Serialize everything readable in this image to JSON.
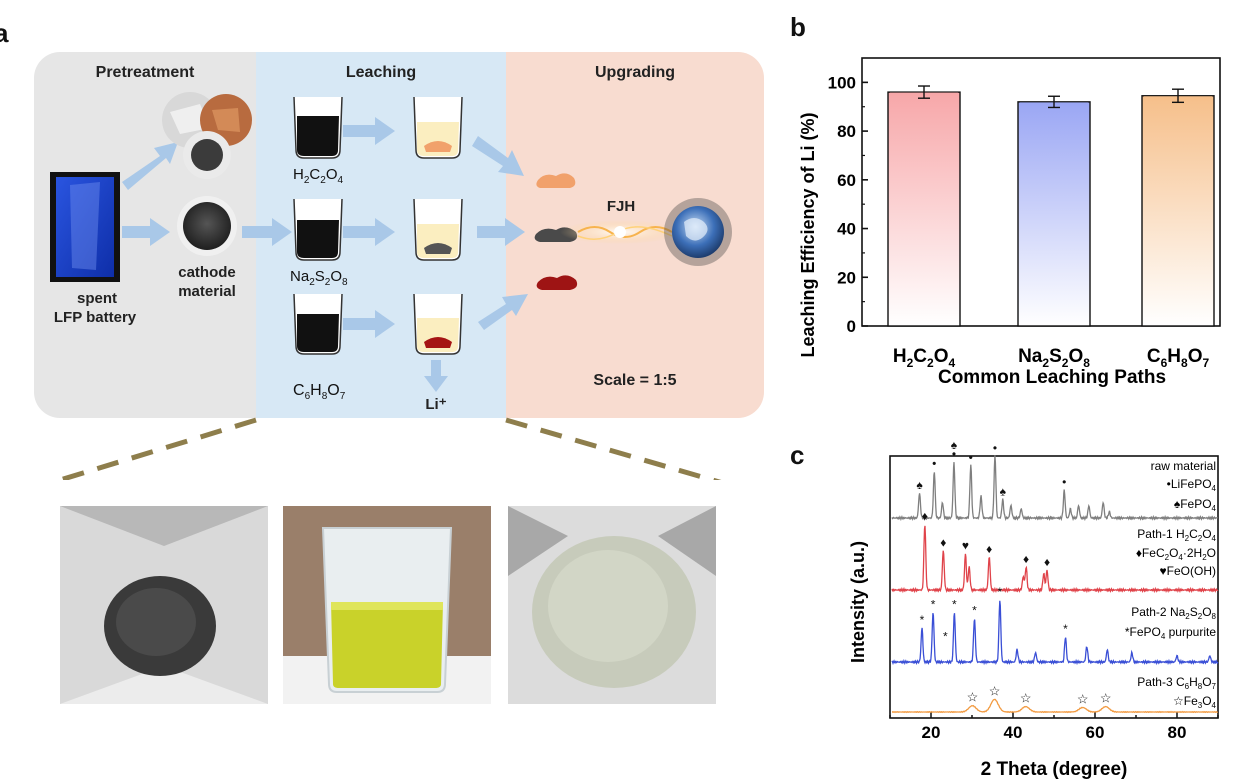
{
  "panel_a": {
    "letter": "a",
    "stages": {
      "pretreatment": "Pretreatment",
      "leaching": "Leaching",
      "upgrading": "Upgrading"
    },
    "labels": {
      "spent": "spent",
      "battery": "LFP battery",
      "cathode": "cathode",
      "material": "material",
      "reagent1": [
        "H",
        "2",
        "C",
        "2",
        "O",
        "4"
      ],
      "reagent2": [
        "Na",
        "2",
        "S",
        "2",
        "O",
        "8"
      ],
      "reagent3": [
        "C",
        "6",
        "H",
        "8",
        "O",
        "7"
      ],
      "li_ion": "Li⁺",
      "fjh": "FJH",
      "scale": "Scale = 1:5"
    }
  },
  "panel_b": {
    "letter": "b",
    "tick_labels": [
      "0",
      "20",
      "40",
      "60",
      "80",
      "100"
    ],
    "category_parts": [
      [
        "H",
        "2",
        "C",
        "2",
        "O",
        "4"
      ],
      [
        "Na",
        "2",
        "S",
        "2",
        "O",
        "8"
      ],
      [
        "C",
        "6",
        "H",
        "8",
        "O",
        "7"
      ]
    ],
    "colors": {
      "bar1": "#f7a7a9",
      "bar2": "#9aa6f4",
      "bar3": "#f6bf8a"
    }
  },
  "panel_c": {
    "letter": "c",
    "tick_labels": [
      "20",
      "40",
      "60",
      "80"
    ],
    "labels": {
      "raw": "raw material",
      "lifepo4": [
        "•LiFePO",
        "4"
      ],
      "fepo4": [
        "♠FePO",
        "4"
      ],
      "path1": [
        "Path-1 H",
        "2",
        "C",
        "2",
        "O",
        "4"
      ],
      "fec2o4": [
        "♦FeC",
        "2",
        "O",
        "4",
        "·2H",
        "2",
        "O"
      ],
      "feooh": "♥FeO(OH)",
      "path2": [
        "Path-2 Na",
        "2",
        "S",
        "2",
        "O",
        "8"
      ],
      "purpurite": [
        "*FePO",
        "4",
        " purpurite"
      ],
      "path3": [
        "Path-3 C",
        "6",
        "H",
        "8",
        "O",
        "7"
      ],
      "fe3o4": [
        "☆Fe",
        "3",
        "O",
        "4"
      ]
    },
    "colors": {
      "raw": "#7f7f7f",
      "path1": "#e0434a",
      "path2": "#3a4fd6",
      "path3": "#f29b42"
    }
  },
  "chart_data": [
    {
      "type": "bar",
      "categories": [
        "H2C2O4",
        "Na2S2O8",
        "C6H8O7"
      ],
      "values": [
        96,
        92,
        94.5
      ],
      "errors": [
        2.5,
        2.3,
        2.7
      ],
      "title": "",
      "xlabel": "Common Leaching Paths",
      "ylabel": "Leaching Efficiency of Li (%)",
      "ylim": [
        0,
        110
      ]
    },
    {
      "type": "line",
      "xlabel": "2 Theta (degree)",
      "ylabel": "Intensity (a.u.)",
      "xlim": [
        10,
        90
      ],
      "series": [
        {
          "name": "raw material",
          "peaks": [
            [
              17.2,
              0.4
            ],
            [
              20.8,
              0.75
            ],
            [
              22.8,
              0.25
            ],
            [
              25.6,
              0.9
            ],
            [
              29.7,
              0.85
            ],
            [
              32.2,
              0.35
            ],
            [
              35.6,
              1.0
            ],
            [
              37.5,
              0.3
            ],
            [
              39.5,
              0.2
            ],
            [
              42.0,
              0.15
            ],
            [
              52.5,
              0.45
            ],
            [
              54.0,
              0.15
            ],
            [
              56.0,
              0.2
            ],
            [
              58.5,
              0.2
            ],
            [
              62.0,
              0.25
            ],
            [
              63.5,
              0.1
            ]
          ]
        },
        {
          "name": "Path-1 H2C2O4",
          "peaks": [
            [
              18.5,
              1.0
            ],
            [
              23.0,
              0.6
            ],
            [
              28.4,
              0.55
            ],
            [
              29.3,
              0.35
            ],
            [
              34.2,
              0.5
            ],
            [
              42.5,
              0.2
            ],
            [
              43.2,
              0.35
            ],
            [
              47.5,
              0.25
            ],
            [
              48.3,
              0.3
            ]
          ]
        },
        {
          "name": "Path-2 Na2S2O8",
          "peaks": [
            [
              17.8,
              0.55
            ],
            [
              20.5,
              0.8
            ],
            [
              25.7,
              0.8
            ],
            [
              30.6,
              0.7
            ],
            [
              36.8,
              1.0
            ],
            [
              41.0,
              0.2
            ],
            [
              45.5,
              0.15
            ],
            [
              52.8,
              0.4
            ],
            [
              58.0,
              0.25
            ],
            [
              63.0,
              0.2
            ],
            [
              69.0,
              0.15
            ],
            [
              80.0,
              0.1
            ],
            [
              88.0,
              0.1
            ]
          ]
        },
        {
          "name": "Path-3 C6H8O7",
          "peaks": [
            [
              30.1,
              0.35
            ],
            [
              35.5,
              0.7
            ],
            [
              43.1,
              0.3
            ],
            [
              57.0,
              0.25
            ],
            [
              62.6,
              0.3
            ]
          ]
        }
      ]
    }
  ]
}
